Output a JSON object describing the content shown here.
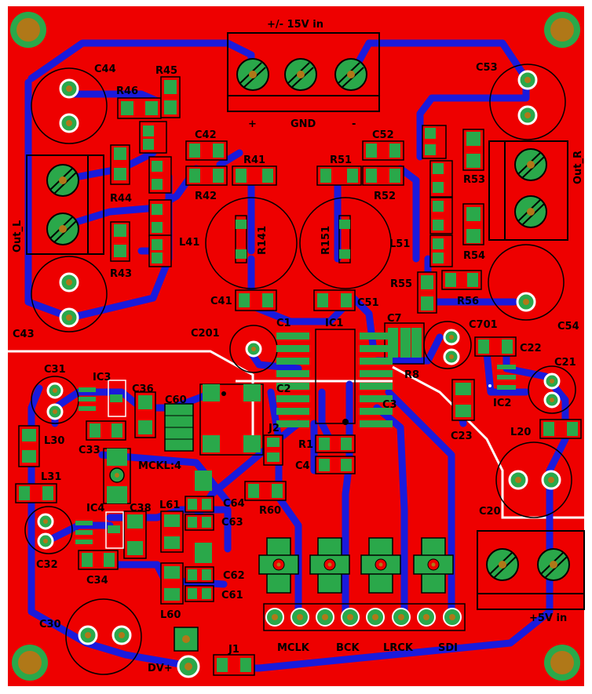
{
  "colors": {
    "copper": "#ee0000",
    "trace": "#1a1adc",
    "pad": "#2aa84a",
    "hole": "#b07818",
    "silk": "#000000",
    "board": "#ffffff"
  },
  "labels": {
    "power_in": "+/- 15V in",
    "plus": "+",
    "gnd": "GND",
    "minus": "-",
    "out_l": "Out_L",
    "out_r": "Out_R",
    "c44": "C44",
    "r45": "R45",
    "r46": "R46",
    "r44": "R44",
    "r43": "R43",
    "l41": "L41",
    "c43": "C43",
    "c42": "C42",
    "r41": "R41",
    "r42": "R42",
    "r141": "R141",
    "c41": "C41",
    "c52": "C52",
    "r51": "R51",
    "r52": "R52",
    "r151": "R151",
    "l51": "L51",
    "c51": "C51",
    "c53": "C53",
    "r53": "R53",
    "r54": "R54",
    "r55": "R55",
    "r56": "R56",
    "c54": "C54",
    "c201": "C201",
    "c1": "C1",
    "ic1": "IC1",
    "c2": "C2",
    "c3": "C3",
    "c7": "C7",
    "r8": "R8",
    "c701": "C701",
    "c22": "C22",
    "c21": "C21",
    "ic2": "IC2",
    "c23": "C23",
    "l20": "L20",
    "c20": "C20",
    "plus5v": "+5V in",
    "c31": "C31",
    "ic3": "IC3",
    "c36": "C36",
    "c60": "C60",
    "l30": "L30",
    "c33": "C33",
    "mckl": "MCKL:4",
    "j2": "J2",
    "r1": "R1",
    "c4": "C4",
    "l31": "L31",
    "ic4": "IC4",
    "c38": "C38",
    "l61": "L61",
    "c64": "C64",
    "c63": "C63",
    "r60": "R60",
    "c32": "C32",
    "c34": "C34",
    "c62": "C62",
    "c61": "C61",
    "l60": "L60",
    "c30": "C30",
    "dv": "DV+",
    "j1": "J1",
    "mclk": "MCLK",
    "bck": "BCK",
    "lrck": "LRCK",
    "sdi": "SDI"
  }
}
